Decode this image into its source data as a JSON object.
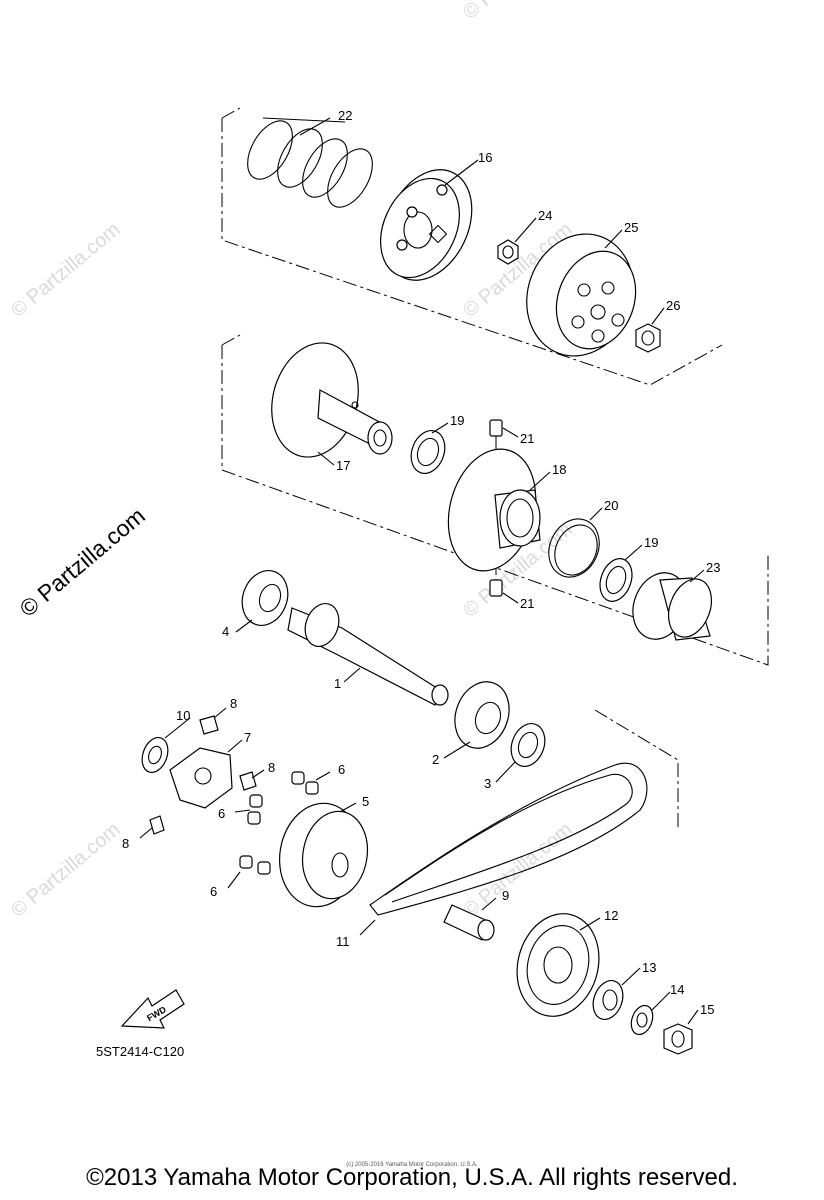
{
  "watermarks": {
    "main": "© Partzilla.com",
    "faint": "© Partzilla.com"
  },
  "diagram_code": "5ST2414-C120",
  "fwd_label": "FWD",
  "tiny_notice": "(c) 2005-2016 Yamaha Motor Corporation, U.S.A.",
  "copyright": "©2013 Yamaha Motor Corporation, U.S.A. All rights reserved.",
  "callouts": {
    "c1": "1",
    "c2": "2",
    "c3": "3",
    "c4": "4",
    "c5": "5",
    "c6a": "6",
    "c6b": "6",
    "c6c": "6",
    "c7": "7",
    "c8a": "8",
    "c8b": "8",
    "c8c": "8",
    "c9": "9",
    "c10": "10",
    "c11": "11",
    "c12": "12",
    "c13": "13",
    "c14": "14",
    "c15": "15",
    "c16": "16",
    "c17": "17",
    "c18": "18",
    "c19a": "19",
    "c19b": "19",
    "c20": "20",
    "c21a": "21",
    "c21b": "21",
    "c22": "22",
    "c23": "23",
    "c24": "24",
    "c25": "25",
    "c26": "26"
  }
}
